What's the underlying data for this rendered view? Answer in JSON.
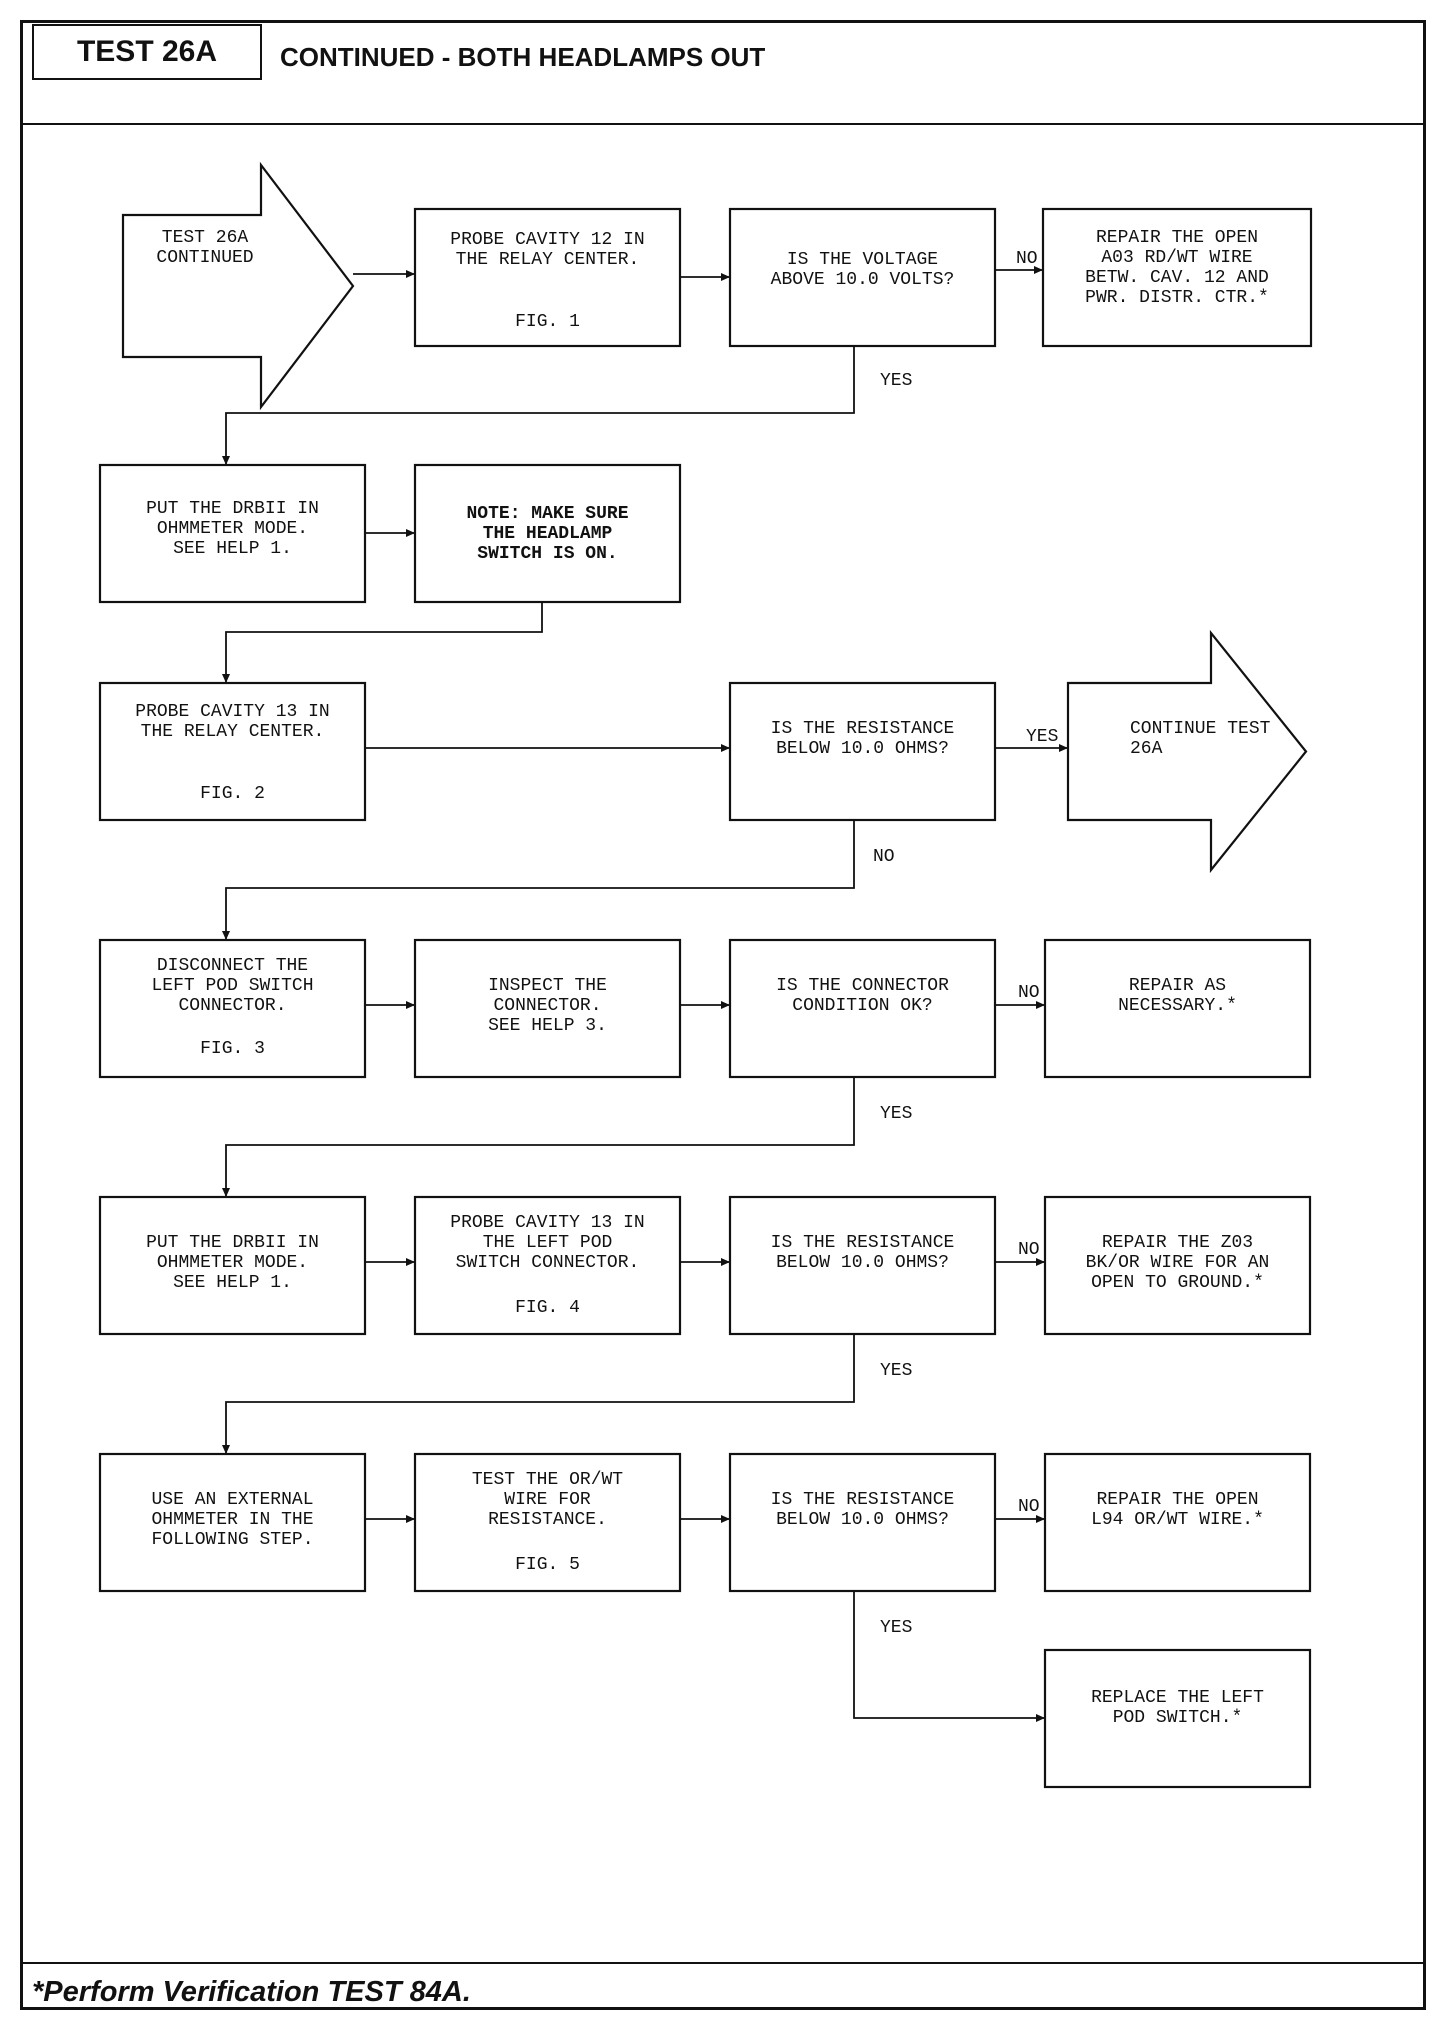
{
  "header": {
    "test_tag": "TEST 26A",
    "title": "CONTINUED - BOTH HEADLAMPS OUT"
  },
  "footer": {
    "note": "*Perform Verification TEST 84A."
  },
  "nodes": {
    "start": {
      "shape": "arrow",
      "lines": [
        "TEST 26A",
        "CONTINUED"
      ]
    },
    "probe12": {
      "shape": "box",
      "lines": [
        "PROBE CAVITY 12 IN",
        "THE RELAY CENTER.",
        "",
        "FIG. 1"
      ]
    },
    "voltage": {
      "shape": "box",
      "lines": [
        "IS THE VOLTAGE",
        "ABOVE 10.0 VOLTS?"
      ]
    },
    "repair_a03": {
      "shape": "box",
      "lines": [
        "REPAIR THE OPEN",
        "A03 RD/WT WIRE",
        "BETW. CAV. 12 AND",
        "PWR. DISTR. CTR.*"
      ]
    },
    "drb_ohm1": {
      "shape": "box",
      "lines": [
        "PUT THE DRBII IN",
        "OHMMETER MODE.",
        "SEE HELP 1."
      ]
    },
    "note_switch": {
      "shape": "box",
      "bold": true,
      "lines": [
        "NOTE: MAKE SURE",
        "THE HEADLAMP",
        "SWITCH IS ON."
      ]
    },
    "probe13": {
      "shape": "box",
      "lines": [
        "PROBE CAVITY 13 IN",
        "THE RELAY CENTER.",
        "",
        "FIG. 2"
      ]
    },
    "res1": {
      "shape": "box",
      "lines": [
        "IS THE RESISTANCE",
        "BELOW 10.0 OHMS?"
      ]
    },
    "continue": {
      "shape": "arrow",
      "lines": [
        "CONTINUE TEST",
        "26A"
      ]
    },
    "disconnect": {
      "shape": "box",
      "lines": [
        "DISCONNECT THE",
        "LEFT POD SWITCH",
        "CONNECTOR.",
        "",
        "FIG. 3"
      ]
    },
    "inspect": {
      "shape": "box",
      "lines": [
        "INSPECT THE",
        "CONNECTOR.",
        "SEE HELP 3."
      ]
    },
    "conn_ok": {
      "shape": "box",
      "lines": [
        "IS THE CONNECTOR",
        "CONDITION OK?"
      ]
    },
    "repair_nec": {
      "shape": "box",
      "lines": [
        "REPAIR AS",
        "NECESSARY.*"
      ]
    },
    "drb_ohm2": {
      "shape": "box",
      "lines": [
        "PUT THE DRBII IN",
        "OHMMETER MODE.",
        "SEE HELP 1."
      ]
    },
    "probe13_pod": {
      "shape": "box",
      "lines": [
        "PROBE CAVITY 13 IN",
        "THE LEFT POD",
        "SWITCH CONNECTOR.",
        "",
        "FIG. 4"
      ]
    },
    "res2": {
      "shape": "box",
      "lines": [
        "IS THE RESISTANCE",
        "BELOW 10.0 OHMS?"
      ]
    },
    "repair_z03": {
      "shape": "box",
      "lines": [
        "REPAIR THE Z03",
        "BK/OR WIRE FOR AN",
        "OPEN TO GROUND.*"
      ]
    },
    "ext_ohm": {
      "shape": "box",
      "lines": [
        "USE AN EXTERNAL",
        "OHMMETER IN THE",
        "FOLLOWING STEP."
      ]
    },
    "test_orwt": {
      "shape": "box",
      "lines": [
        "TEST THE OR/WT",
        "WIRE FOR",
        "RESISTANCE.",
        "",
        "FIG. 5"
      ]
    },
    "res3": {
      "shape": "box",
      "lines": [
        "IS THE RESISTANCE",
        "BELOW 10.0 OHMS?"
      ]
    },
    "repair_l94": {
      "shape": "box",
      "lines": [
        "REPAIR THE OPEN",
        "L94 OR/WT WIRE.*"
      ]
    },
    "replace_pod": {
      "shape": "box",
      "lines": [
        "REPLACE THE LEFT",
        "POD SWITCH.*"
      ]
    }
  },
  "edges": [
    {
      "from": "start",
      "to": "probe12",
      "label": ""
    },
    {
      "from": "probe12",
      "to": "voltage",
      "label": ""
    },
    {
      "from": "voltage",
      "to": "repair_a03",
      "label": "NO"
    },
    {
      "from": "voltage",
      "to": "drb_ohm1",
      "label": "YES"
    },
    {
      "from": "drb_ohm1",
      "to": "note_switch",
      "label": ""
    },
    {
      "from": "note_switch",
      "to": "probe13",
      "label": ""
    },
    {
      "from": "probe13",
      "to": "res1",
      "label": ""
    },
    {
      "from": "res1",
      "to": "continue",
      "label": "YES"
    },
    {
      "from": "res1",
      "to": "disconnect",
      "label": "NO"
    },
    {
      "from": "disconnect",
      "to": "inspect",
      "label": ""
    },
    {
      "from": "inspect",
      "to": "conn_ok",
      "label": ""
    },
    {
      "from": "conn_ok",
      "to": "repair_nec",
      "label": "NO"
    },
    {
      "from": "conn_ok",
      "to": "drb_ohm2",
      "label": "YES"
    },
    {
      "from": "drb_ohm2",
      "to": "probe13_pod",
      "label": ""
    },
    {
      "from": "probe13_pod",
      "to": "res2",
      "label": ""
    },
    {
      "from": "res2",
      "to": "repair_z03",
      "label": "NO"
    },
    {
      "from": "res2",
      "to": "ext_ohm",
      "label": "YES"
    },
    {
      "from": "ext_ohm",
      "to": "test_orwt",
      "label": ""
    },
    {
      "from": "test_orwt",
      "to": "res3",
      "label": ""
    },
    {
      "from": "res3",
      "to": "repair_l94",
      "label": "NO"
    },
    {
      "from": "res3",
      "to": "replace_pod",
      "label": "YES"
    }
  ]
}
